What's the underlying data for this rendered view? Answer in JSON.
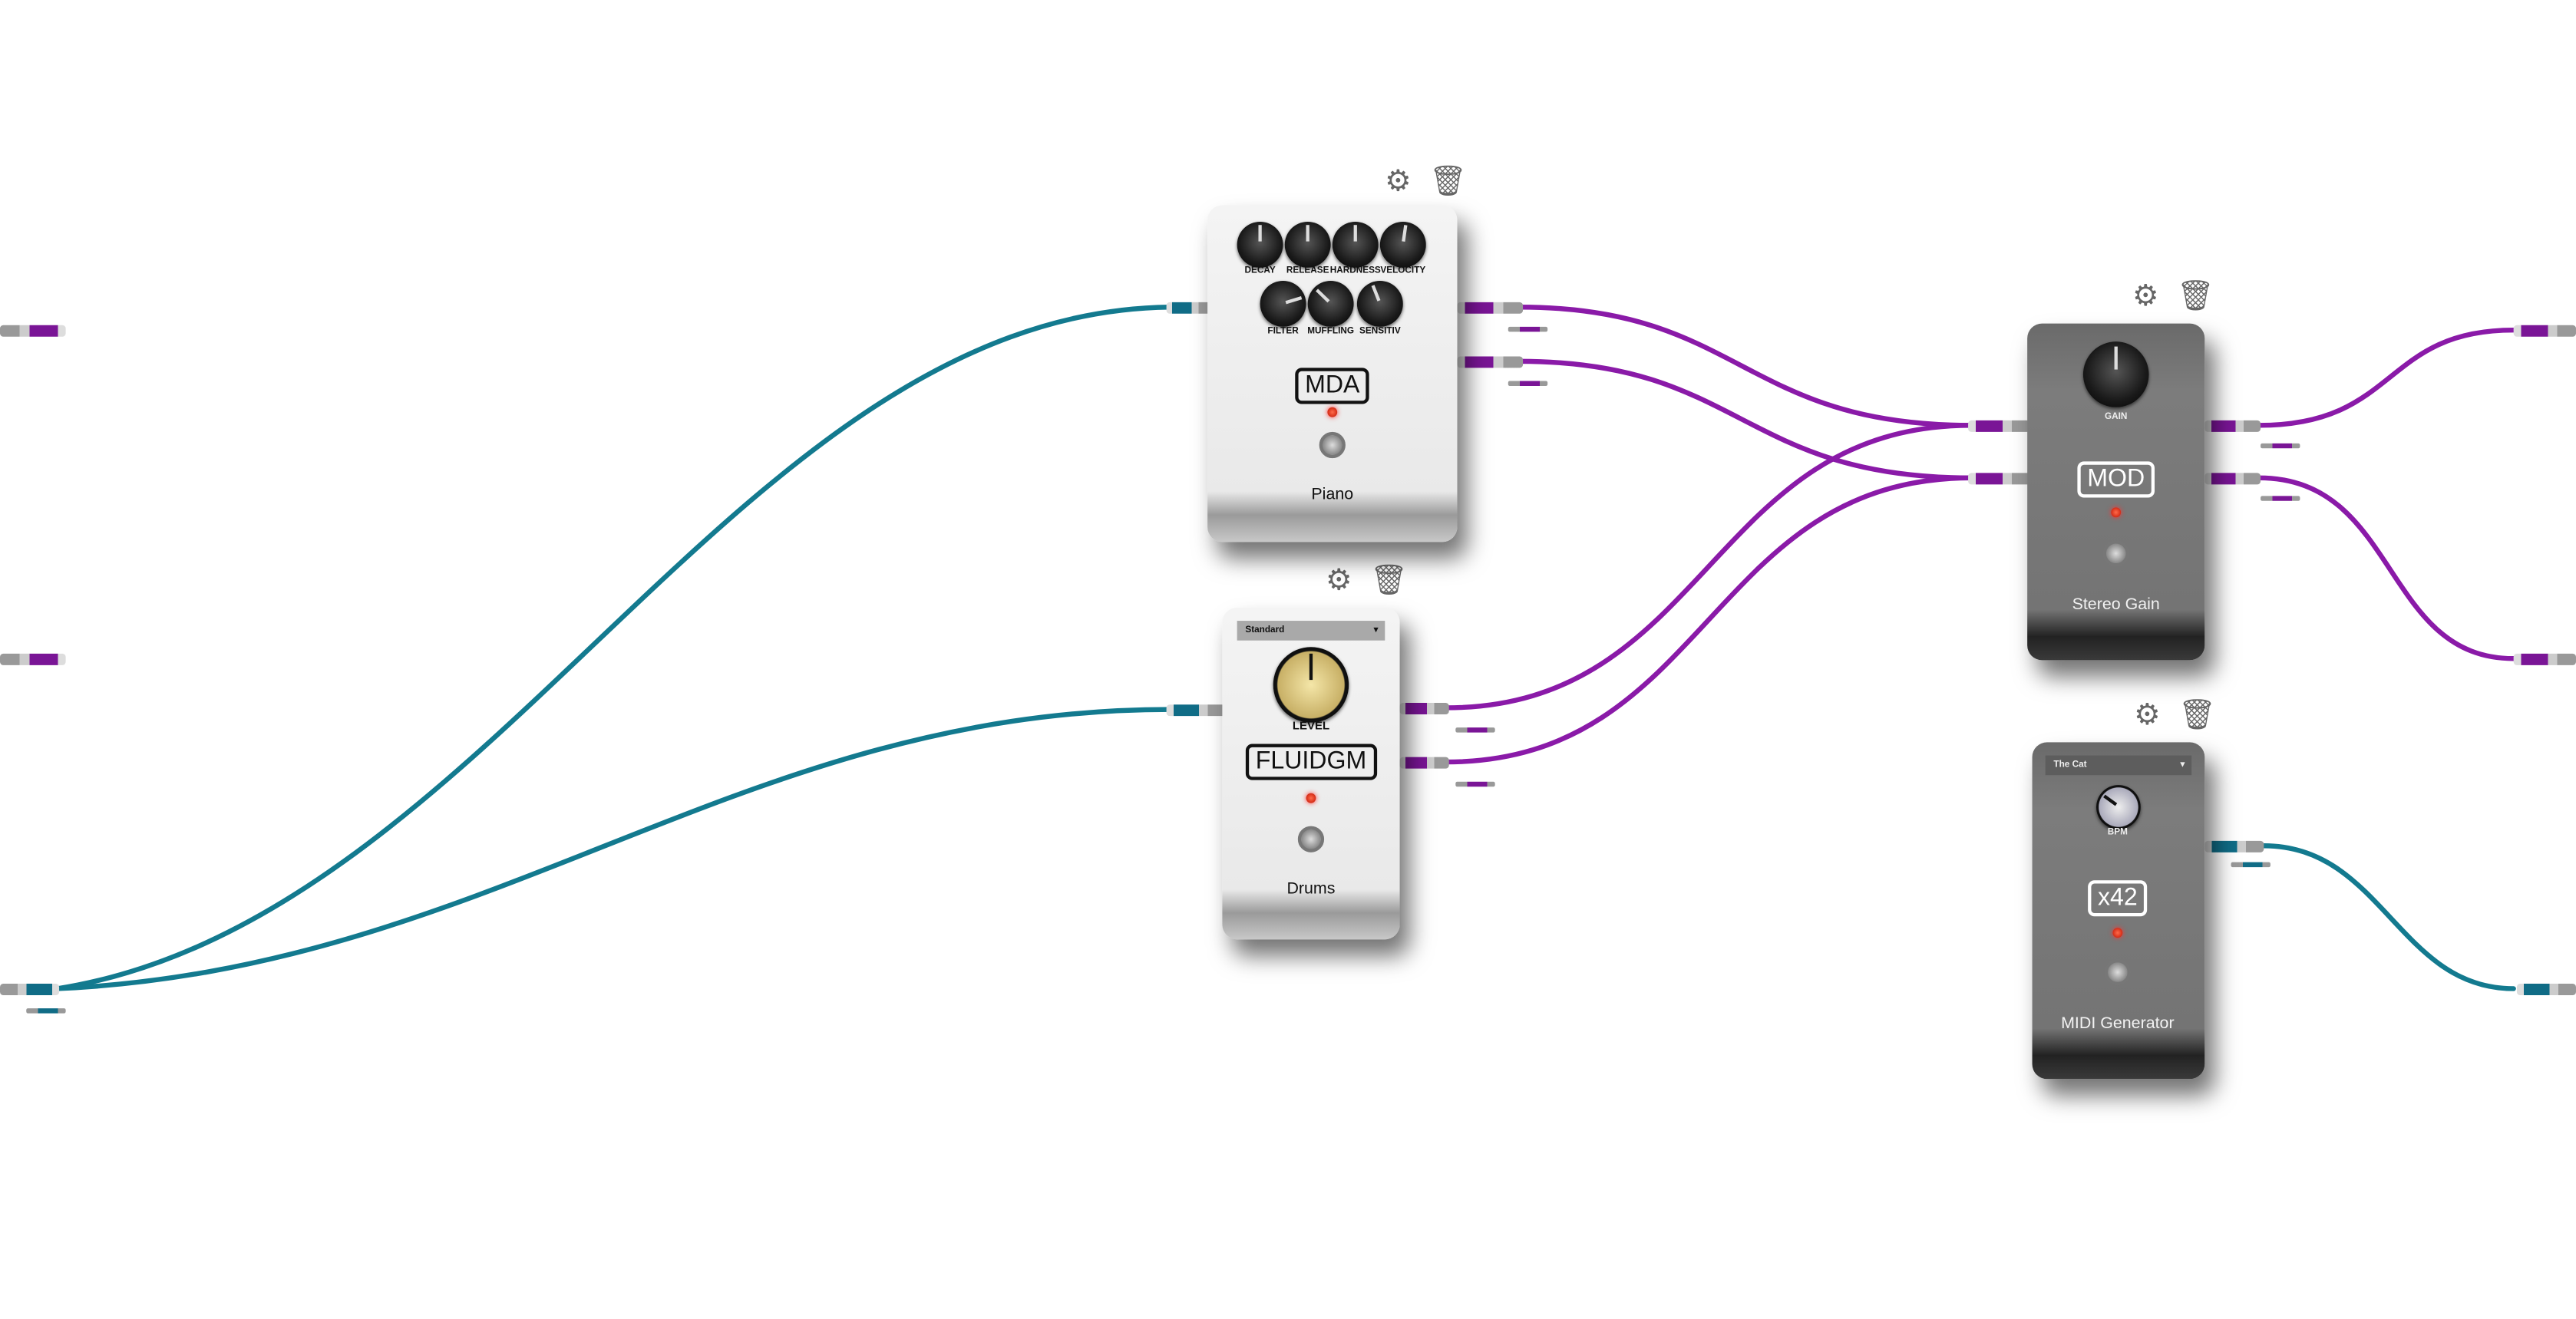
{
  "colors": {
    "audio_cable": "#8a1aa8",
    "midi_cable": "#137a8f",
    "led": "#e02010"
  },
  "icons": {
    "settings": "gear-icon",
    "remove": "trash-icon"
  },
  "pedals": {
    "mda": {
      "brand": "MDA",
      "name": "Piano",
      "knobs": [
        {
          "label": "DECAY",
          "value": 0.5
        },
        {
          "label": "RELEASE",
          "value": 0.5
        },
        {
          "label": "HARDNESS",
          "value": 0.5
        },
        {
          "label": "VELOCITY",
          "value": 0.53
        },
        {
          "label": "FILTER",
          "value": 0.77
        },
        {
          "label": "MUFFLING",
          "value": 0.33
        },
        {
          "label": "SENSITIV",
          "value": 0.42
        }
      ]
    },
    "fluidgm": {
      "brand": "FLUIDGM",
      "name": "Drums",
      "preset": "Standard",
      "knobs": [
        {
          "label": "LEVEL",
          "value": 0.5
        }
      ]
    },
    "stereo_gain": {
      "brand": "MOD",
      "name": "Stereo Gain",
      "knobs": [
        {
          "label": "GAIN",
          "value": 0.5
        }
      ]
    },
    "midi_gen": {
      "brand": "x42",
      "name": "MIDI Generator",
      "preset": "The Cat",
      "knobs": [
        {
          "label": "BPM",
          "value": 0.3
        }
      ]
    }
  }
}
